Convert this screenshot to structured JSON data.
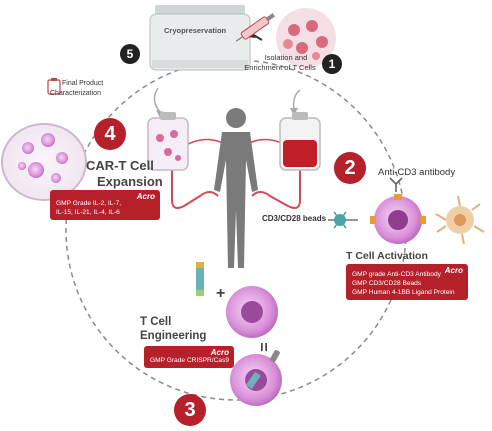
{
  "cryo": {
    "label": "Cryopreservation"
  },
  "step1": {
    "number": "1",
    "title_line1": "Isolation and",
    "title_line2": "Enrichment of T Cells"
  },
  "step2": {
    "number": "2",
    "antibody_label": "Anti-CD3 antibody",
    "beads_label": "CD3/CD28 beads",
    "title": "T Cell Activation",
    "brand": "Acro",
    "products": [
      "GMP grade Anti-CD3 Antibody",
      "GMP CD3/CD28 Beads",
      "GMP Human 4-1BB Ligand Protein"
    ]
  },
  "step3": {
    "number": "3",
    "title_line1": "T Cell",
    "title_line2": "Engineering",
    "plus": "+",
    "equals": "=",
    "brand": "Acro",
    "products": [
      "GMP Grade CRISPR/Cas9"
    ]
  },
  "step4": {
    "number": "4",
    "title_line1": "CAR-T Cell",
    "title_line2": "Expansion",
    "brand": "Acro",
    "products": [
      "GMP Grade IL-2, IL-7,",
      "IL-15, IL-21, IL-4, IL-6"
    ]
  },
  "step5": {
    "number": "5",
    "final_line1": "Final Product",
    "final_line2": "Characterization"
  },
  "colors": {
    "accent": "#b5202a",
    "cell": "#d67ad6",
    "figure": "#777777"
  },
  "icons": [
    "clipboard-icon",
    "syringe-icon",
    "blood-bag-icon",
    "cell-bag-icon",
    "human-figure-icon",
    "petri-dish-icon",
    "bead-icon",
    "dendritic-cell-icon",
    "antibody-icon",
    "cas9-vector-icon"
  ]
}
